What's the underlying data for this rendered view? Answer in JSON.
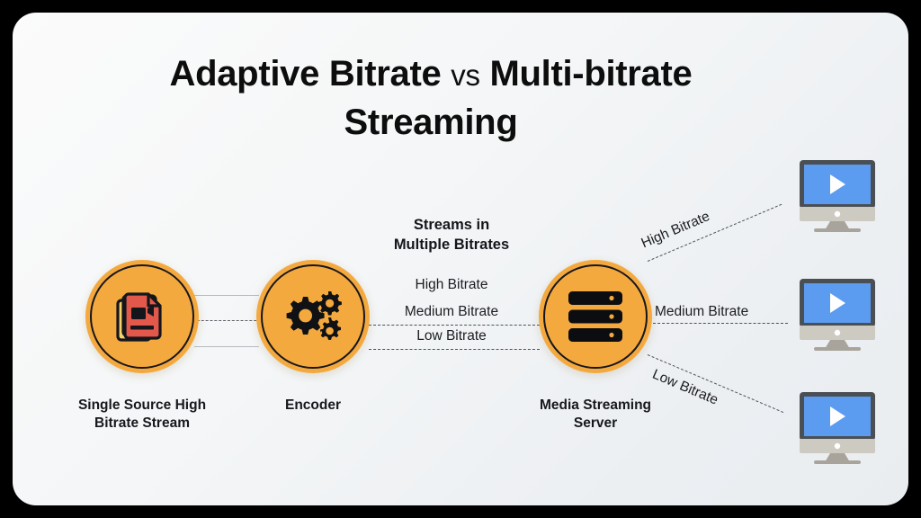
{
  "title": {
    "line1_part1": "Adaptive Bitrate ",
    "line1_vs": "vs",
    "line1_part2": " Multi-bitrate",
    "line2": "Streaming"
  },
  "colors": {
    "border": "#000000",
    "card_background": "#f4f6f7",
    "node_fill": "#f4a93e",
    "node_ring": "#15161c",
    "source_icon_front": "#e2584a",
    "source_icon_back": "#f8d269",
    "screen_blue": "#5b9bf0",
    "monitor_bezel": "#4a4f54",
    "monitor_chin": "#cdcac2",
    "text_dark": "#15161b",
    "dashed_line": "#4e5258",
    "solid_line": "#b6bbc0"
  },
  "nodes": {
    "source": {
      "label": "Single Source High\nBitrate Stream",
      "label_line1": "Single Source High",
      "label_line2": "Bitrate Stream",
      "icon": "stacked-video-file-icon"
    },
    "encoder": {
      "label": "Encoder",
      "icon": "gears-icon"
    },
    "server": {
      "label_line1": "Media Streaming",
      "label_line2": "Server",
      "icon": "server-rack-icon"
    }
  },
  "middle": {
    "heading_line1": "Streams in",
    "heading_line2": "Multiple Bitrates",
    "streams": [
      {
        "label": "High Bitrate"
      },
      {
        "label": "Medium Bitrate"
      },
      {
        "label": "Low Bitrate"
      }
    ]
  },
  "outputs": [
    {
      "label": "High Bitrate",
      "device": "desktop-monitor-play-icon"
    },
    {
      "label": "Medium Bitrate",
      "device": "desktop-monitor-play-icon"
    },
    {
      "label": "Low Bitrate",
      "device": "desktop-monitor-play-icon"
    }
  ]
}
